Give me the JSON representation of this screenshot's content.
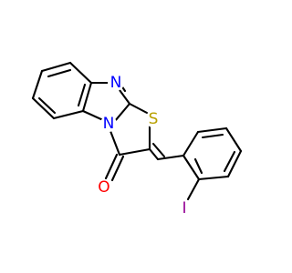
{
  "structure": {
    "atoms": [
      {
        "id": "N1",
        "label": "N",
        "color": "#0000ff"
      },
      {
        "id": "N2",
        "label": "N",
        "color": "#0000ff"
      },
      {
        "id": "S",
        "label": "S",
        "color": "#b8a000"
      },
      {
        "id": "O",
        "label": "O",
        "color": "#ff0000"
      },
      {
        "id": "I",
        "label": "I",
        "color": "#940094"
      }
    ]
  }
}
